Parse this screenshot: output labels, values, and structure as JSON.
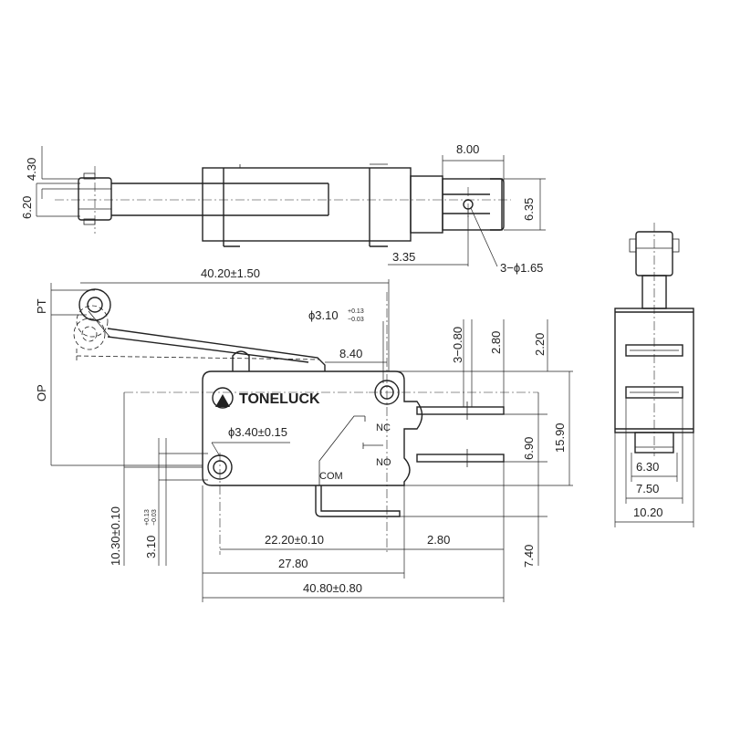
{
  "top_view": {
    "dim_4_30": "4.30",
    "dim_6_20": "6.20",
    "dim_8_00": "8.00",
    "dim_6_35": "6.35",
    "dim_3_35": "3.35",
    "hole_note": "3−ϕ1.65"
  },
  "front_view": {
    "dim_overall_length": "40.20±1.50",
    "label_pt": "PT",
    "label_op": "OP",
    "hole_top_main": "ϕ3.10",
    "hole_top_sup": "+0.13",
    "hole_top_sub": "−0.03",
    "dim_8_40": "8.40",
    "brand": "TONELUCK",
    "hole_left": "ϕ3.40±0.15",
    "term_nc": "NC",
    "term_no": "NO",
    "term_com": "COM",
    "dim_3_080": "3−0.80",
    "dim_2_80_top": "2.80",
    "dim_2_20": "2.20",
    "dim_6_90": "6.90",
    "dim_15_90": "15.90",
    "dim_7_40": "7.40",
    "dim_10_30": "10.30±0.10",
    "dim_3_10_main": "3.10",
    "dim_3_10_sup": "+0.13",
    "dim_3_10_sub": "−0.03",
    "dim_22_20": "22.20±0.10",
    "dim_2_80_bottom": "2.80",
    "dim_27_80": "27.80",
    "dim_40_80": "40.80±0.80"
  },
  "side_view": {
    "dim_6_30": "6.30",
    "dim_7_50": "7.50",
    "dim_10_20": "10.20"
  }
}
